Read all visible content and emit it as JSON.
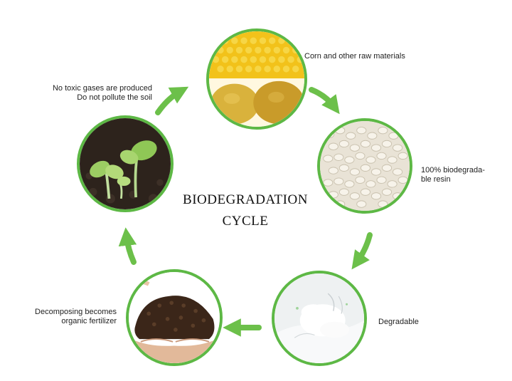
{
  "title": {
    "line1": "BIODEGRADATION",
    "line2": "CYCLE"
  },
  "steps": [
    {
      "icon": "corn-potato-image",
      "lines": [
        "Corn and other raw materials"
      ]
    },
    {
      "icon": "resin-pellets-image",
      "lines": [
        "100% biodegrada-",
        "ble resin"
      ]
    },
    {
      "icon": "degradable-powder-image",
      "lines": [
        "Degradable"
      ]
    },
    {
      "icon": "soil-in-hands-image",
      "lines": [
        "Decomposing becomes",
        "organic fertilizer"
      ]
    },
    {
      "icon": "seedlings-image",
      "lines": [
        "No toxic gases are produced",
        "Do not pollute the soil"
      ]
    }
  ],
  "colors": {
    "ring": "#5db845",
    "arrow": "#6cc04a"
  }
}
